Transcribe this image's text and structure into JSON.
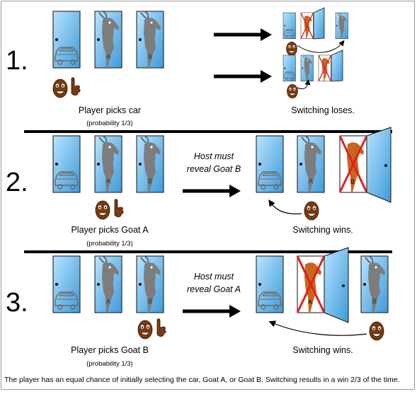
{
  "rows": [
    {
      "number": "1.",
      "picks_label": "Player picks car",
      "probability": "(probability 1/3)",
      "host_line1": "",
      "host_line2": "",
      "result": "Switching loses."
    },
    {
      "number": "2.",
      "picks_label": "Player picks Goat A",
      "probability": "(probability 1/3)",
      "host_line1": "Host must",
      "host_line2": "reveal Goat B",
      "result": "Switching wins."
    },
    {
      "number": "3.",
      "picks_label": "Player picks Goat B",
      "probability": "(probability 1/3)",
      "host_line1": "Host must",
      "host_line2": "reveal Goat A",
      "result": "Switching wins."
    }
  ],
  "goat_labels": {
    "a": "A",
    "b": "B"
  },
  "caption": "The player has an equal chance of initially selecting the car, Goat A, or Goat B. Switching results in a win 2/3 of the time.",
  "colors": {
    "door": "#7fc8f0",
    "goat": "#7d7d7d",
    "revealed_goat": "#c8661e",
    "cross": "#e02020",
    "face": "#7a3a10",
    "divider": "#000000"
  },
  "icons": [
    "car-icon",
    "goat-icon",
    "face-icon",
    "pointing-hand-icon",
    "arrow-icon"
  ]
}
